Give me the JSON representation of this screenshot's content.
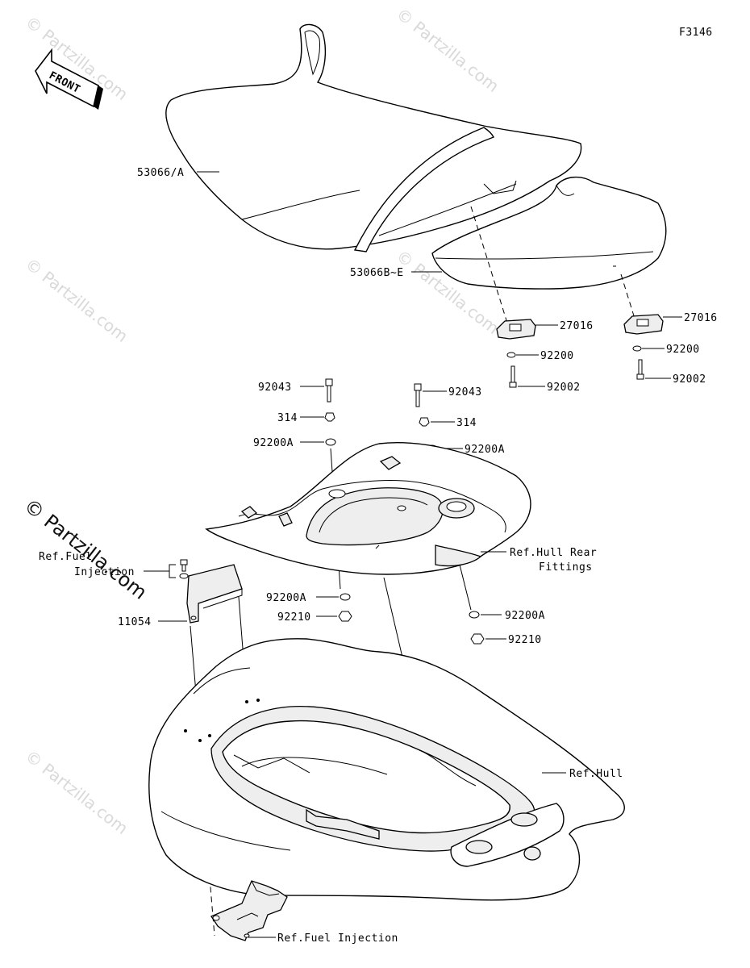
{
  "figure_code": "F3146",
  "front_label": "FRONT",
  "watermark": "© Partzilla.com",
  "callouts": {
    "seat_front": "53066/A",
    "seat_rear": "53066B~E",
    "bracket_a": "27016",
    "bracket_b": "27016",
    "washer_a": "92200",
    "washer_b": "92200",
    "bolt_a": "92002",
    "bolt_b": "92002",
    "bolt_left": "92043",
    "bolt_right": "92043",
    "cap_left": "314",
    "cap_right": "314",
    "washer_left_top": "92200A",
    "washer_right_top": "92200A",
    "washer_left_bottom": "92200A",
    "washer_right_bottom": "92200A",
    "nut_left": "92210",
    "nut_right": "92210",
    "stay": "11054",
    "ref_fuel_injection_top_1": "Ref.Fuel",
    "ref_fuel_injection_top_2": "Injection",
    "ref_hull_rear_fittings_1": "Ref.Hull Rear",
    "ref_hull_rear_fittings_2": "Fittings",
    "ref_hull": "Ref.Hull",
    "ref_fuel_injection_bottom": "Ref.Fuel Injection"
  }
}
